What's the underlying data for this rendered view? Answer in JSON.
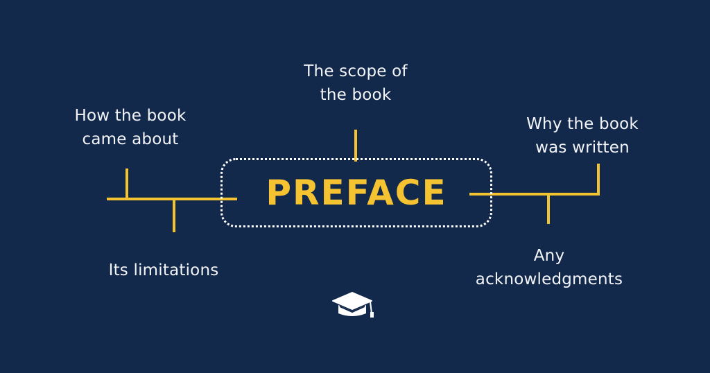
{
  "diagram": {
    "center": {
      "label": "PREFACE"
    },
    "branches": [
      {
        "id": "top",
        "line1": "The scope of",
        "line2": "the book"
      },
      {
        "id": "left-top",
        "line1": "How the book",
        "line2": "came about"
      },
      {
        "id": "left-bottom",
        "line1": "Its limitations"
      },
      {
        "id": "right-top",
        "line1": "Why the book",
        "line2": "was written"
      },
      {
        "id": "right-bottom",
        "line1": "Any",
        "line2": "acknowledgments"
      }
    ],
    "logo": "graduation-cap-icon"
  },
  "colors": {
    "background": "#13294b",
    "accent": "#f5c332",
    "text": "#f2f4f8",
    "border": "#ffffff"
  }
}
